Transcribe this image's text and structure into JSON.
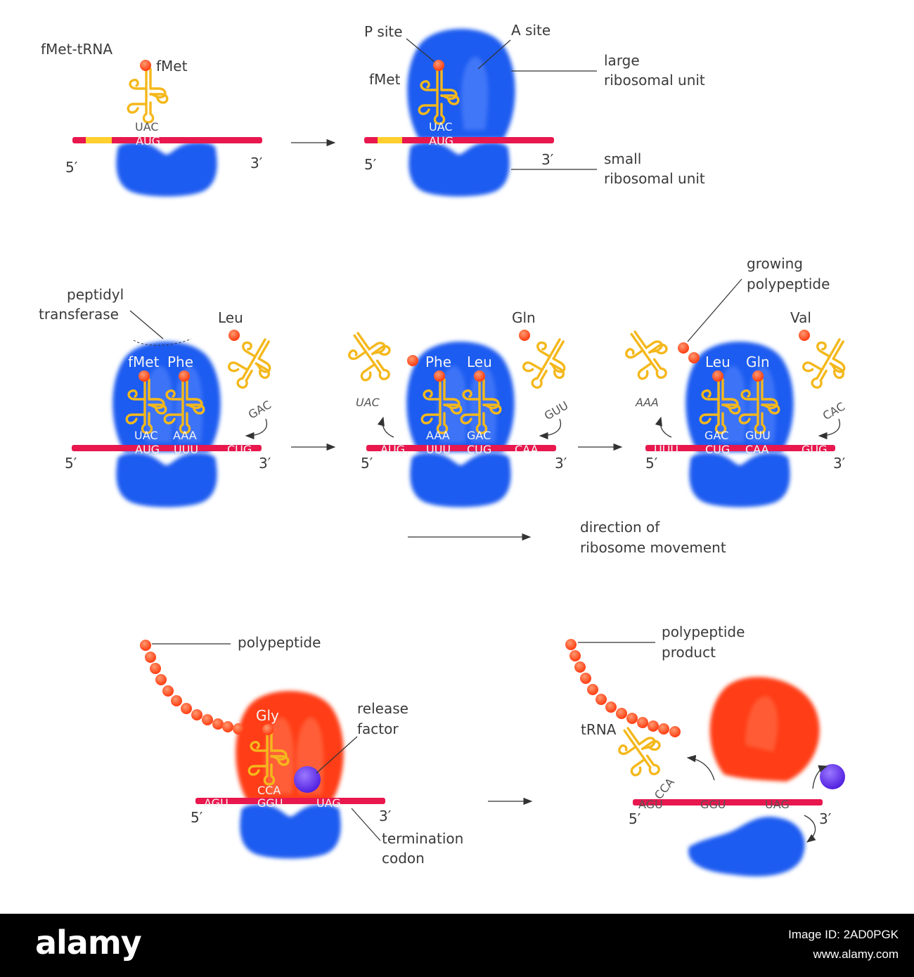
{
  "colors": {
    "ribosome_blue": "#1a5cf0",
    "ribosome_red": "#ff3d12",
    "mrna": "#e8174e",
    "start_highlight": "#ffcf2e",
    "trna": "#f4b81c",
    "amino_acid": "#ff4d1f",
    "release_factor": "#6a30ee",
    "footer": "#000000"
  },
  "icons": {
    "trna": "trna-cloverleaf-icon",
    "amino_acid": "amino-acid-bead-icon",
    "ribosome": "ribosome-subunit-icon",
    "release_factor": "release-factor-sphere-icon"
  },
  "panel1": {
    "label_fmet_trna": "fMet-tRNA",
    "label_fmet": "fMet",
    "anticodon": "UAC",
    "codon": "AUG",
    "five_prime": "5′",
    "three_prime": "3′"
  },
  "panel2": {
    "label_p_site": "P site",
    "label_a_site": "A site",
    "label_fmet": "fMet",
    "label_large": [
      "large",
      "ribosomal unit"
    ],
    "label_small": [
      "small",
      "ribosomal unit"
    ],
    "anticodon": "UAC",
    "codon": "AUG",
    "five_prime": "5′",
    "three_prime": "3′"
  },
  "panel3": {
    "label_peptidyl": [
      "peptidyl",
      "transferase"
    ],
    "incoming_aa": "Leu",
    "incoming_anticodon": "GAC",
    "p_aa": "fMet",
    "a_aa": "Phe",
    "p_anticodon": "UAC",
    "a_anticodon": "AAA",
    "codons": [
      "AUG",
      "UUU",
      "CUG"
    ],
    "five_prime": "5′",
    "three_prime": "3′"
  },
  "panel4": {
    "incoming_aa": "Gln",
    "incoming_anticodon": "GUU",
    "exit_anticodon": "UAC",
    "p_aa": "Phe",
    "a_aa": "Leu",
    "p_anticodon": "AAA",
    "a_anticodon": "GAC",
    "codons": [
      "AUG",
      "UUU",
      "CUG",
      "CAA"
    ],
    "five_prime": "5′",
    "three_prime": "3′"
  },
  "panel5": {
    "label_growing": [
      "growing",
      "polypeptide"
    ],
    "incoming_aa": "Val",
    "incoming_anticodon": "CAC",
    "exit_anticodon": "AAA",
    "p_aa": "Leu",
    "a_aa": "Gln",
    "p_anticodon": "GAC",
    "a_anticodon": "GUU",
    "codons": [
      "UUU",
      "CUG",
      "CAA",
      "GUG"
    ],
    "five_prime": "5′",
    "three_prime": "3′"
  },
  "movement": {
    "label": [
      "direction of",
      "ribosome movement"
    ]
  },
  "panel6": {
    "label_polypeptide": "polypeptide",
    "label_gly": "Gly",
    "label_release": [
      "release",
      "factor"
    ],
    "label_termination": [
      "termination",
      "codon"
    ],
    "anticodon": "CCA",
    "codons": [
      "AGU",
      "GGU",
      "UAG"
    ],
    "five_prime": "5′",
    "three_prime": "3′"
  },
  "panel7": {
    "label_product": [
      "polypeptide",
      "product"
    ],
    "label_trna": "tRNA",
    "anticodon": "CCA",
    "codons": [
      "AGU",
      "GGU",
      "UAG"
    ],
    "five_prime": "5′",
    "three_prime": "3′"
  },
  "footer": {
    "brand": "alamy",
    "stock_id": "Image ID: 2AD0PGK",
    "url": "www.alamy.com"
  }
}
